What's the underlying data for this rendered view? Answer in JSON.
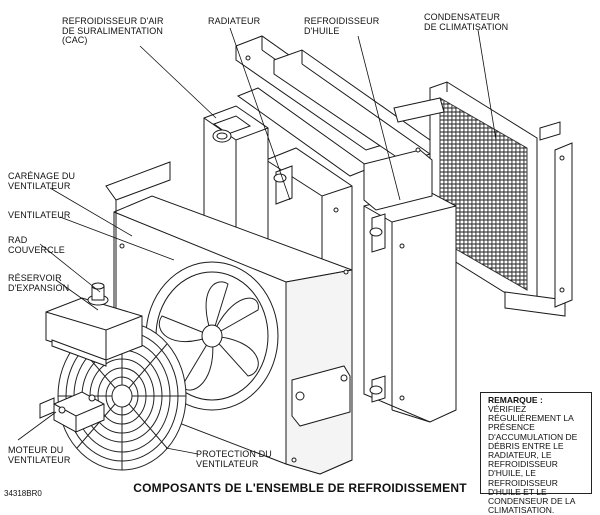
{
  "labels": {
    "cac": "REFROIDISSEUR D'AIR\nDE SURALIMENTATION\n(CAC)",
    "radiator": "RADIATEUR",
    "oil_cooler": "REFROIDISSEUR\nD'HUILE",
    "ac_condenser": "CONDENSATEUR\nDE CLIMATISATION",
    "fan_shroud": "CARÉNAGE DU\nVENTILATEUR",
    "fan": "VENTILATEUR",
    "rad_cap": "RAD\nCOUVERCLE",
    "expansion_tank": "RÉSERVOIR\nD'EXPANSION",
    "fan_motor": "MOTEUR DU\nVENTILATEUR",
    "fan_guard": "PROTECTION DU\nVENTILATEUR"
  },
  "note": {
    "title": "REMARQUE :",
    "body": "VÉRIFIEZ RÉGULIÈREMENT LA PRÉSENCE D'ACCUMULATION DE DÉBRIS ENTRE LE RADIATEUR, LE REFROIDISSEUR D'HUILE, LE REFROIDISSEUR D'HUILE ET LE CONDENSEUR DE LA CLIMATISATION."
  },
  "caption": "COMPOSANTS DE L'ENSEMBLE DE REFROIDISSEMENT",
  "figure_id": "34318BR0"
}
